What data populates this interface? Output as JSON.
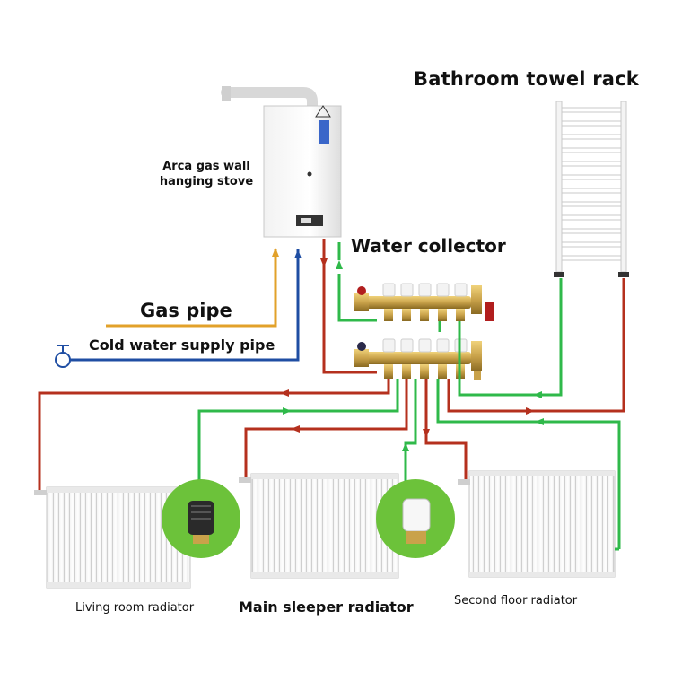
{
  "labels": {
    "bathroom_towel_rack": "Bathroom towel rack",
    "stove": "Arca gas wall hanging stove",
    "water_collector": "Water collector",
    "gas_pipe": "Gas pipe",
    "cold_water_supply_pipe": "Cold water supply pipe",
    "living_room_radiator": "Living room radiator",
    "main_sleeper_radiator": "Main sleeper radiator",
    "second_floor_radiator": "Second floor radiator"
  },
  "colors": {
    "hot_supply": "#b5301e",
    "cold_return": "#2fb94a",
    "gas": "#e2a12a",
    "cold_water": "#1f4ea3",
    "valve_white_bg": "#6cc23a",
    "brass": "#c9a24a"
  }
}
